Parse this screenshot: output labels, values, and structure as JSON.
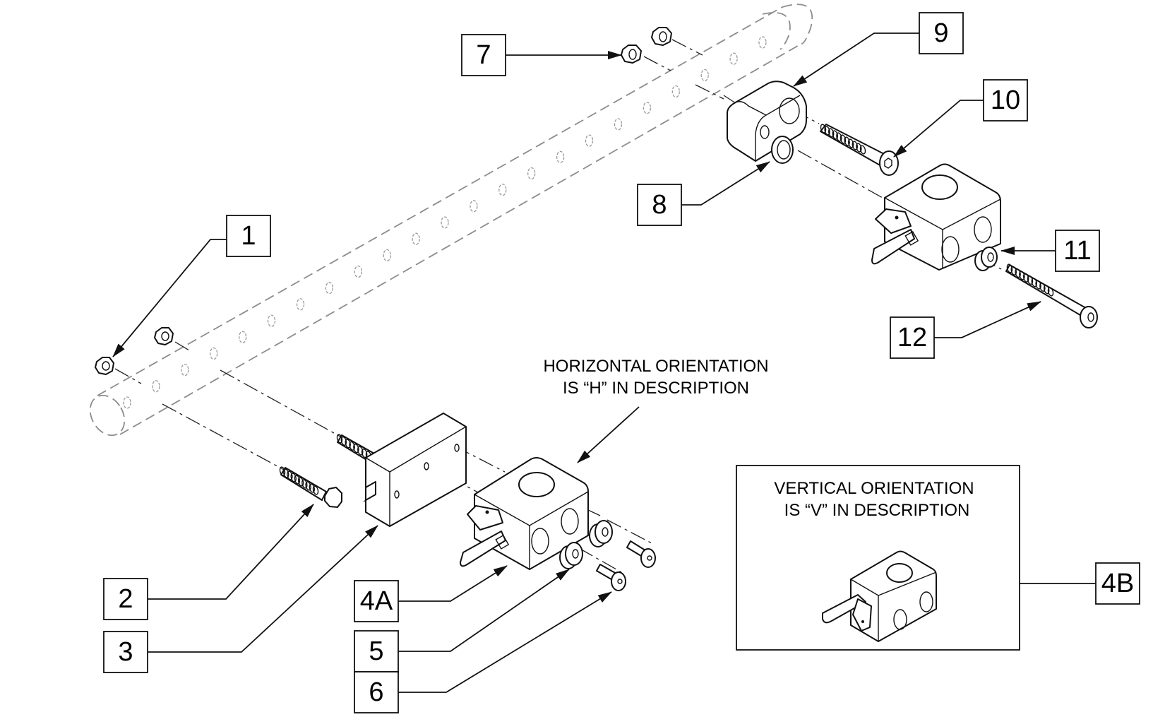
{
  "diagram": {
    "type": "exploded-parts-view",
    "subject": "tube-mounted clamp assembly",
    "callouts": [
      {
        "id": "1",
        "label": "1",
        "target": "lock nut (tube, lower)"
      },
      {
        "id": "2",
        "label": "2",
        "target": "hex head bolt"
      },
      {
        "id": "3",
        "label": "3",
        "target": "mounting bar"
      },
      {
        "id": "4A",
        "label": "4A",
        "target": "clamp block, horizontal"
      },
      {
        "id": "4B",
        "label": "4B",
        "target": "clamp block, vertical (inset)"
      },
      {
        "id": "5",
        "label": "5",
        "target": "spacer bushing"
      },
      {
        "id": "6",
        "label": "6",
        "target": "button head screw, short"
      },
      {
        "id": "7",
        "label": "7",
        "target": "lock nut (tube, upper)"
      },
      {
        "id": "8",
        "label": "8",
        "target": "washer"
      },
      {
        "id": "9",
        "label": "9",
        "target": "mounting block"
      },
      {
        "id": "10",
        "label": "10",
        "target": "flat head socket screw"
      },
      {
        "id": "11",
        "label": "11",
        "target": "spacer bushing"
      },
      {
        "id": "12",
        "label": "12",
        "target": "button head screw, long"
      }
    ],
    "notes": {
      "horizontal": {
        "line1": "HORIZONTAL ORIENTATION",
        "line2": "IS “H” IN DESCRIPTION"
      },
      "vertical": {
        "line1": "VERTICAL ORIENTATION",
        "line2": "IS “V” IN DESCRIPTION"
      }
    },
    "colors": {
      "line": "#111111",
      "phantom": "#8c8c8c",
      "background": "#ffffff"
    }
  }
}
